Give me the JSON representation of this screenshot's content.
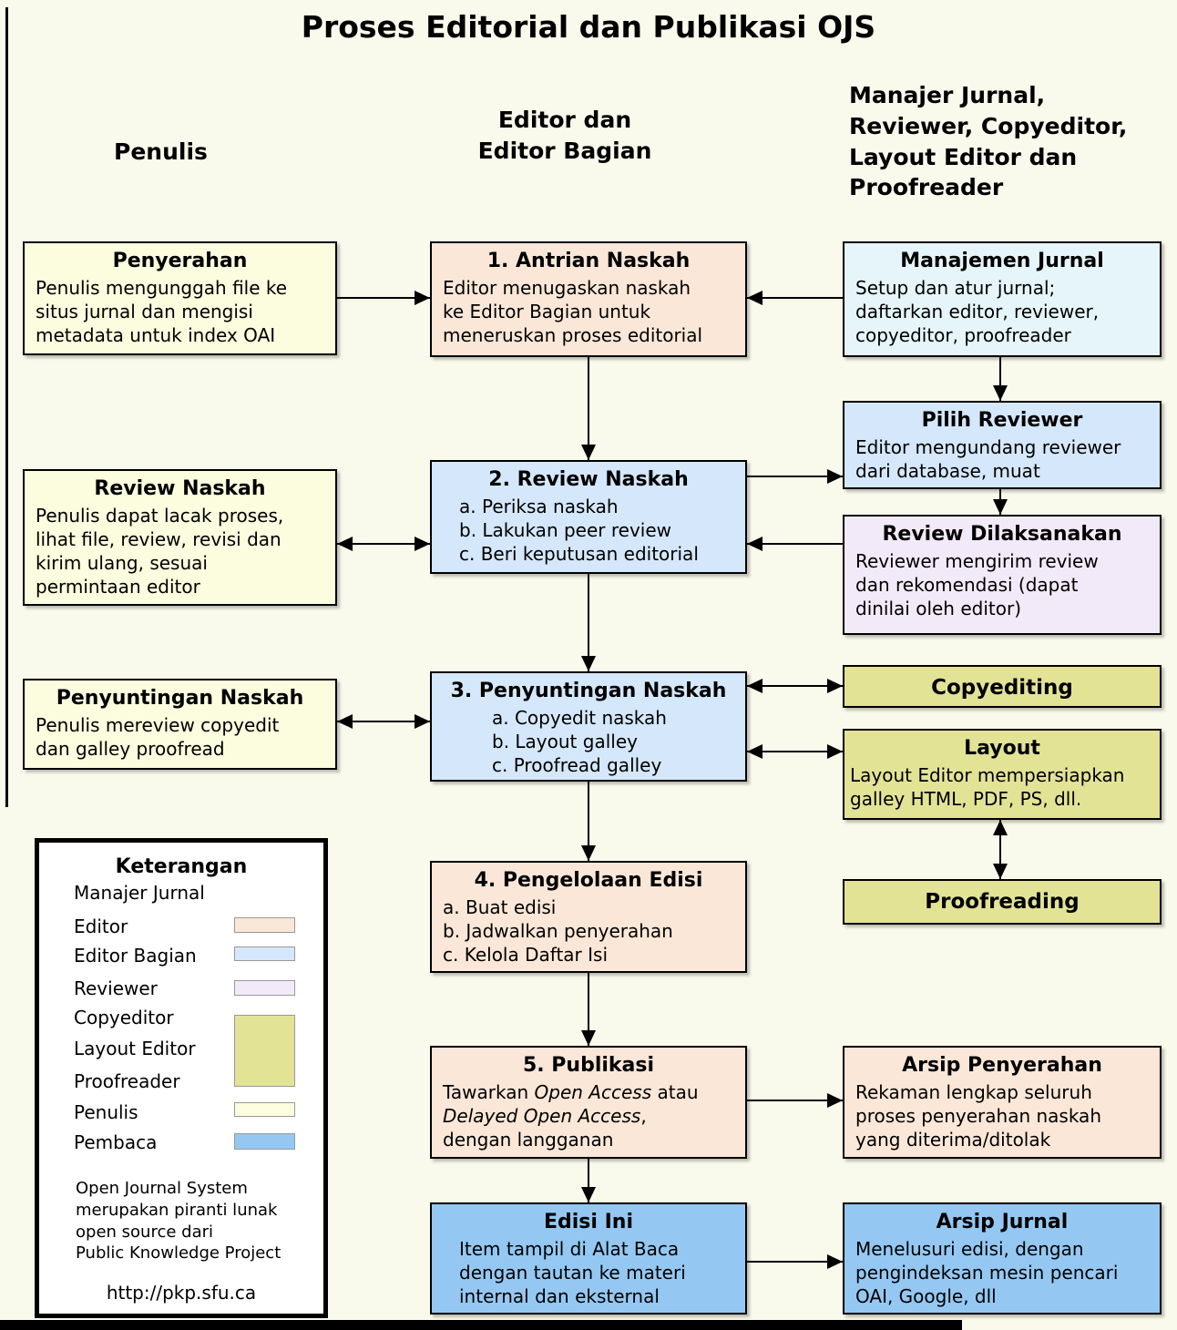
{
  "title": "Proses Editorial dan Publikasi OJS",
  "columns": {
    "left": "Penulis",
    "center": "Editor dan\nEditor Bagian",
    "right": "Manajer Jurnal,\nReviewer, Copyeditor,\nLayout Editor dan\nProofreader"
  },
  "colors": {
    "author_yellow": "#FCFCDE",
    "editor_peach": "#FBE7D7",
    "section_blue": "#D5E7FA",
    "manager_cyan": "#E5F5F9",
    "reviewer_lavender": "#F3EAF9",
    "staff_olive": "#E3E396",
    "reader_blue": "#94C8F2"
  },
  "boxes": {
    "penyerahan": {
      "title": "Penyerahan",
      "body": "Penulis mengunggah file ke\nsitus jurnal dan mengisi\nmetadata untuk index OAI"
    },
    "review_naskah_penulis": {
      "title": "Review Naskah",
      "body": "Penulis dapat lacak proses,\nlihat file, review, revisi dan\nkirim ulang, sesuai\npermintaan editor"
    },
    "penyuntingan_naskah_penulis": {
      "title": "Penyuntingan Naskah",
      "body": "Penulis mereview copyedit\ndan galley proofread"
    },
    "antrian_naskah": {
      "title": "1. Antrian Naskah",
      "body": "Editor menugaskan naskah\nke Editor Bagian untuk\nmeneruskan proses editorial"
    },
    "review_naskah": {
      "title": "2. Review Naskah",
      "body": "a. Periksa naskah\nb. Lakukan peer review\nc. Beri keputusan editorial"
    },
    "penyuntingan_naskah": {
      "title": "3. Penyuntingan Naskah",
      "body": "a. Copyedit naskah\nb. Layout galley\nc. Proofread galley"
    },
    "pengelolaan_edisi": {
      "title": "4. Pengelolaan Edisi",
      "body": "a. Buat edisi\nb. Jadwalkan penyerahan\nc. Kelola Daftar Isi"
    },
    "publikasi": {
      "title": "5. Publikasi",
      "b1": "Tawarkan ",
      "b2": "Open Access",
      "b3": " atau\n",
      "b4": "Delayed Open Access",
      "b5": ",\ndengan langganan"
    },
    "edisi_ini": {
      "title": "Edisi Ini",
      "body": "Item tampil di Alat Baca\ndengan tautan ke materi\ninternal dan eksternal"
    },
    "manajemen_jurnal": {
      "title": "Manajemen Jurnal",
      "body": "Setup dan atur jurnal;\ndaftarkan editor, reviewer,\ncopyeditor, proofreader"
    },
    "pilih_reviewer": {
      "title": "Pilih Reviewer",
      "body": "Editor mengundang reviewer\ndari database, muat"
    },
    "review_dilaksanakan": {
      "title": "Review Dilaksanakan",
      "body": "Reviewer mengirim review\ndan rekomendasi (dapat\ndinilai oleh editor)"
    },
    "copyediting": {
      "title": "Copyediting"
    },
    "layout": {
      "title": "Layout",
      "body": "Layout Editor mempersiapkan\ngalley HTML, PDF, PS, dll."
    },
    "proofreading": {
      "title": "Proofreading"
    },
    "arsip_penyerahan": {
      "title": "Arsip Penyerahan",
      "body": "Rekaman lengkap seluruh\nproses penyerahan naskah\nyang diterima/ditolak"
    },
    "arsip_jurnal": {
      "title": "Arsip Jurnal",
      "body": "Menelusuri edisi, dengan\npengindeksan mesin pencari\nOAI, Google, dll"
    }
  },
  "legend": {
    "title": "Keterangan",
    "items": [
      {
        "label": "Manajer Jurnal",
        "color": ""
      },
      {
        "label": "Editor",
        "color": "#FBE7D7"
      },
      {
        "label": "Editor Bagian",
        "color": "#D5E7FA"
      },
      {
        "label": "Reviewer",
        "color": "#F3EAF9"
      },
      {
        "label": "Copyeditor",
        "color": ""
      },
      {
        "label": "Layout Editor",
        "color": "#E3E396"
      },
      {
        "label": "Proofreader",
        "color": ""
      },
      {
        "label": "Penulis",
        "color": "#FCFCDE"
      },
      {
        "label": "Pembaca",
        "color": "#94C8F2"
      }
    ],
    "footer": "Open Journal System\nmerupakan piranti lunak\nopen source dari\nPublic Knowledge Project",
    "url": "http://pkp.sfu.ca"
  }
}
